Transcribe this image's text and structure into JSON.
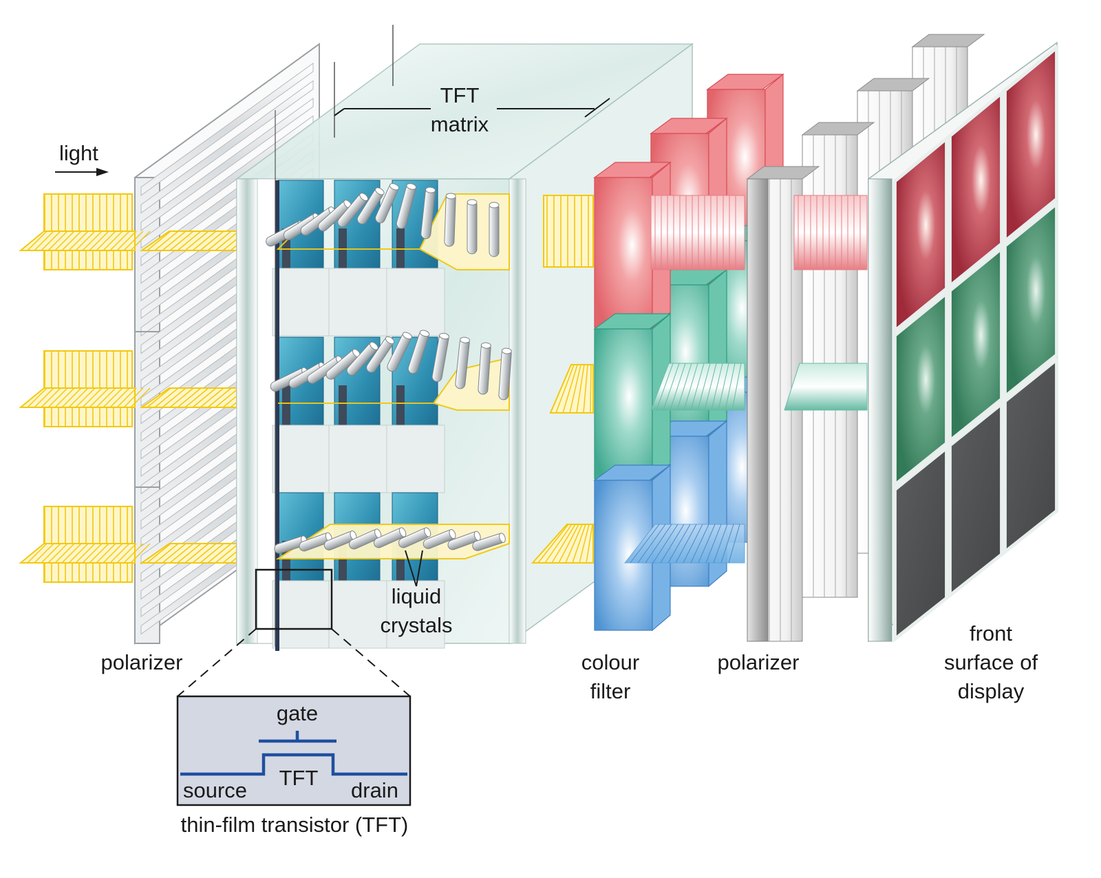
{
  "labels": {
    "light": "light",
    "tft_matrix_line1": "TFT",
    "tft_matrix_line2": "matrix",
    "polarizer_back": "polarizer",
    "liquid_crystals_line1": "liquid",
    "liquid_crystals_line2": "crystals",
    "colour_filter_line1": "colour",
    "colour_filter_line2": "filter",
    "polarizer_front": "polarizer",
    "front_surface_line1": "front",
    "front_surface_line2": "surface of",
    "front_surface_line3": "display"
  },
  "inset": {
    "gate": "gate",
    "tft": "TFT",
    "source": "source",
    "drain": "drain",
    "caption": "thin-film transistor (TFT)"
  },
  "colors": {
    "light_yellow": "#f2c811",
    "tft_cell_blue": "#2b8fb0",
    "filter_red": "#e8696f",
    "filter_green": "#4fb59c",
    "filter_blue": "#5b9fd6",
    "display_red": "#a8303f",
    "display_green": "#3e8a66",
    "display_dark": "#505152",
    "inset_bg": "#d4d8e2",
    "inset_wire": "#1f4fa0"
  },
  "display_pixels": [
    [
      "red",
      "red",
      "red"
    ],
    [
      "green",
      "green",
      "green"
    ],
    [
      "dark",
      "dark",
      "dark"
    ]
  ]
}
